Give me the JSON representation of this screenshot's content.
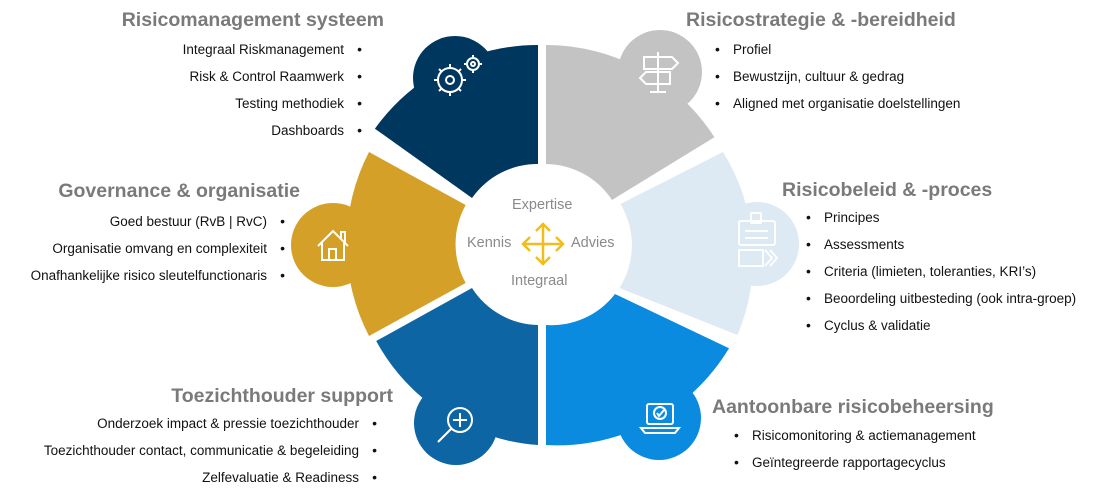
{
  "center": {
    "top": "Expertise",
    "left": "Kennis",
    "right": "Advies",
    "bottom": "Integraal"
  },
  "colors": {
    "navy": "#00375f",
    "grey": "#c3c3c3",
    "light_blue": "#dde9f3",
    "bright_blue": "#0a8be0",
    "steel_blue": "#0d66a3",
    "gold": "#d4a027",
    "arrow": "#f1bd1b",
    "heading": "#7a7a7a"
  },
  "sections": {
    "risk_system": {
      "title": "Risicomanagement systeem",
      "icon": "gears-icon",
      "items": [
        "Integraal Riskmanagement",
        "Risk & Control Raamwerk",
        "Testing methodiek",
        "Dashboards"
      ]
    },
    "strategy": {
      "title": "Risicostrategie & -bereidheid",
      "icon": "signpost-icon",
      "items": [
        "Profiel",
        "Bewustzijn, cultuur & gedrag",
        "Aligned met organisatie doelstellingen"
      ]
    },
    "governance": {
      "title": "Governance & organisatie",
      "icon": "house-icon",
      "items": [
        "Goed bestuur (RvB | RvC)",
        "Organisatie omvang en complexiteit",
        "Onafhankelijke risico sleutelfunctionaris"
      ]
    },
    "policy": {
      "title": "Risicobeleid & -proces",
      "icon": "document-lock-icon",
      "items": [
        "Principes",
        "Assessments",
        "Criteria (limieten, toleranties, KRI’s)",
        "Beoordeling uitbesteding (ook intra-groep)",
        "Cyclus & validatie"
      ]
    },
    "supervisor": {
      "title": "Toezichthouder support",
      "icon": "magnifier-plus-icon",
      "items": [
        "Onderzoek impact & pressie toezichthouder",
        "Toezichthouder contact, communicatie & begeleiding",
        "Zelfevaluatie & Readiness"
      ]
    },
    "control": {
      "title": "Aantoonbare risicobeheersing",
      "icon": "laptop-check-icon",
      "items": [
        "Risicomonitoring & actiemanagement",
        "Geïntegreerde rapportagecyclus"
      ]
    }
  }
}
